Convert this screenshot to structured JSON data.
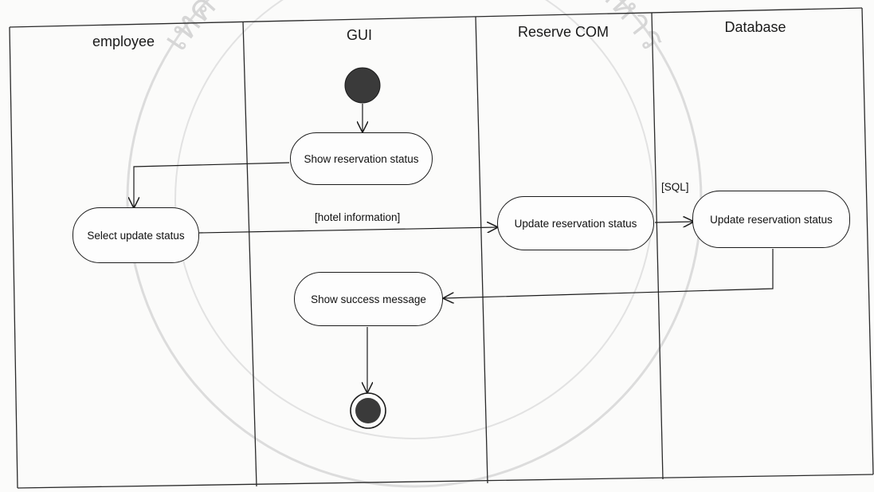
{
  "lanes": [
    {
      "title": "employee"
    },
    {
      "title": "GUI"
    },
    {
      "title": "Reserve COM"
    },
    {
      "title": "Database"
    }
  ],
  "actions": {
    "show_reservation_status": "Show reservation status",
    "select_update_status": "Select update status",
    "update_reservation_status_com": "Update reservation status",
    "update_reservation_status_db": "Update reservation status",
    "show_success_message": "Show success message"
  },
  "guards": {
    "hotel_information": "[hotel information]",
    "sql": "[SQL]"
  },
  "watermark": {
    "text": "เทคโนโลยีพระจอมเกล้าเจ้าคุณทหาร",
    "color": "#c9c9c9"
  },
  "colors": {
    "ink": "#1c1c1c",
    "paper": "#fbfbfa",
    "node_fill": "#3a3a3a"
  }
}
